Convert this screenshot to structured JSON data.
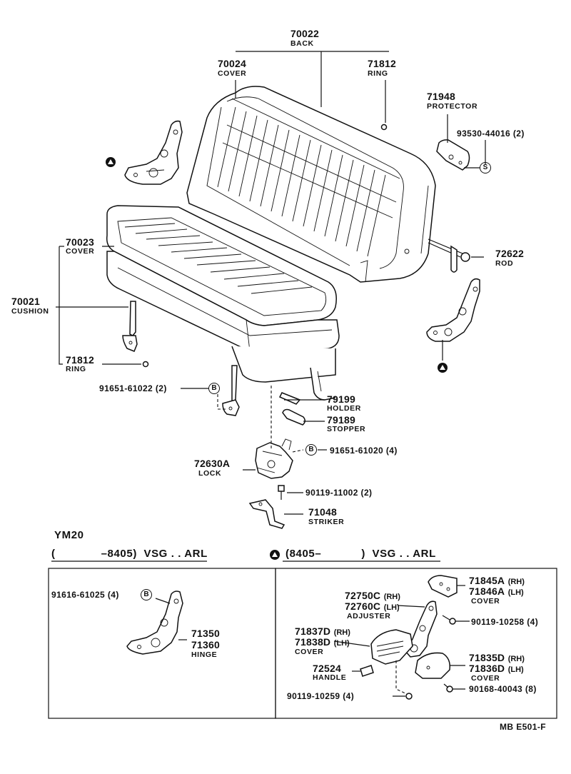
{
  "diagram": {
    "back": {
      "part": "70022",
      "name": "BACK"
    },
    "back_cover": {
      "part": "70024",
      "name": "COVER"
    },
    "ring_top": {
      "part": "71812",
      "name": "RING"
    },
    "protector": {
      "part": "71948",
      "name": "PROTECTOR"
    },
    "screw_s": {
      "part": "93530-44016",
      "qty": "(2)",
      "marker": "S"
    },
    "rod": {
      "part": "72622",
      "name": "ROD"
    },
    "cushion_cover": {
      "part": "70023",
      "name": "COVER"
    },
    "cushion": {
      "part": "70021",
      "name": "CUSHION"
    },
    "ring_bottom": {
      "part": "71812",
      "name": "RING"
    },
    "bolt_left": {
      "part": "91651-61022",
      "qty": "(2)",
      "marker": "B"
    },
    "holder": {
      "part": "79199",
      "name": "HOLDER"
    },
    "stopper": {
      "part": "79189",
      "name": "STOPPER"
    },
    "bolt_lock": {
      "part": "91651-61020",
      "qty": "(4)",
      "marker": "B"
    },
    "lock": {
      "part": "72630A",
      "name": "LOCK"
    },
    "bolt_striker": {
      "part": "90119-11002",
      "qty": "(2)"
    },
    "striker": {
      "part": "71048",
      "name": "STRIKER"
    },
    "model": "YM20",
    "section_left": {
      "open": "(",
      "range": "–8405)",
      "spec": "VSG . . ARL"
    },
    "section_right": {
      "range": "(8405–",
      "close": ")",
      "spec": "VSG . . ARL"
    },
    "left_box": {
      "bolt": {
        "part": "91616-61025",
        "qty": "(4)",
        "marker": "B"
      },
      "hinge_a": "71350",
      "hinge_b": "71360",
      "hinge_name": "HINGE"
    },
    "right_box": {
      "cover_top_a": {
        "part": "71845A",
        "side": "(RH)"
      },
      "cover_top_b": {
        "part": "71846A",
        "side": "(LH)"
      },
      "cover_top_name": "COVER",
      "adjuster_a": {
        "part": "72750C",
        "side": "(RH)"
      },
      "adjuster_b": {
        "part": "72760C",
        "side": "(LH)"
      },
      "adjuster_name": "ADJUSTER",
      "bolt_a": {
        "part": "90119-10258",
        "qty": "(4)"
      },
      "cover_mid_a": {
        "part": "71837D",
        "side": "(RH)"
      },
      "cover_mid_b": {
        "part": "71838D",
        "side": "(LH)"
      },
      "cover_mid_name": "COVER",
      "cover_low_a": {
        "part": "71835D",
        "side": "(RH)"
      },
      "cover_low_b": {
        "part": "71836D",
        "side": "(LH)"
      },
      "cover_low_name": "COVER",
      "handle": {
        "part": "72524",
        "name": "HANDLE"
      },
      "screw_a": {
        "part": "90168-40043",
        "qty": "(8)"
      },
      "bolt_b": {
        "part": "90119-10259",
        "qty": "(4)"
      }
    },
    "figure_code": "MB  E501-F"
  }
}
